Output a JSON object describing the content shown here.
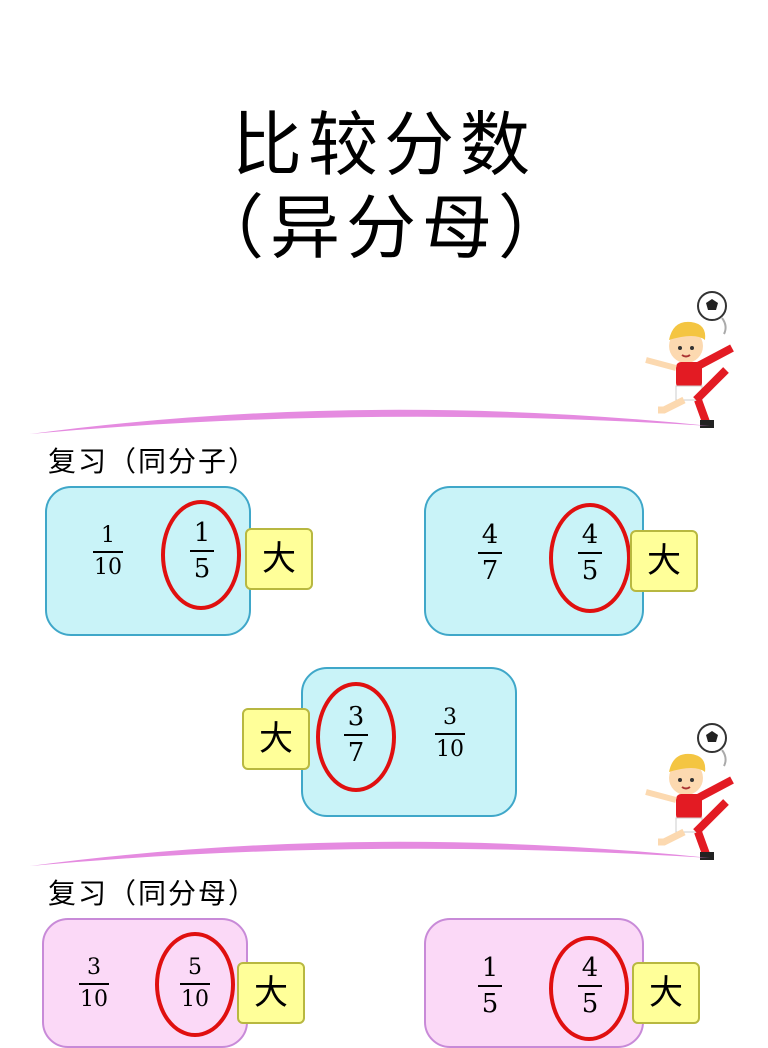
{
  "title": {
    "line1": "比较分数",
    "line2": "（异分母）"
  },
  "section1": {
    "label": "复习（同分子）",
    "cards": [
      {
        "a": {
          "num": "1",
          "den": "10"
        },
        "b": {
          "num": "1",
          "den": "5"
        },
        "answer": "大"
      },
      {
        "a": {
          "num": "4",
          "den": "7"
        },
        "b": {
          "num": "4",
          "den": "5"
        },
        "answer": "大"
      },
      {
        "a": {
          "num": "3",
          "den": "7"
        },
        "b": {
          "num": "3",
          "den": "10"
        },
        "answer": "大"
      }
    ]
  },
  "section2": {
    "label": "复习（同分母）",
    "cards": [
      {
        "a": {
          "num": "3",
          "den": "10"
        },
        "b": {
          "num": "5",
          "den": "10"
        },
        "answer": "大"
      },
      {
        "a": {
          "num": "1",
          "den": "5"
        },
        "b": {
          "num": "4",
          "den": "5"
        },
        "answer": "大"
      }
    ]
  },
  "colors": {
    "card_blue": "#c9f3f8",
    "card_pink": "#fbd9f7",
    "circle": "#e01010",
    "answer_box": "#ffff99",
    "swoosh": "#e58be0"
  },
  "icons": [
    "soccer-ball-icon",
    "soccer-boy-icon"
  ]
}
